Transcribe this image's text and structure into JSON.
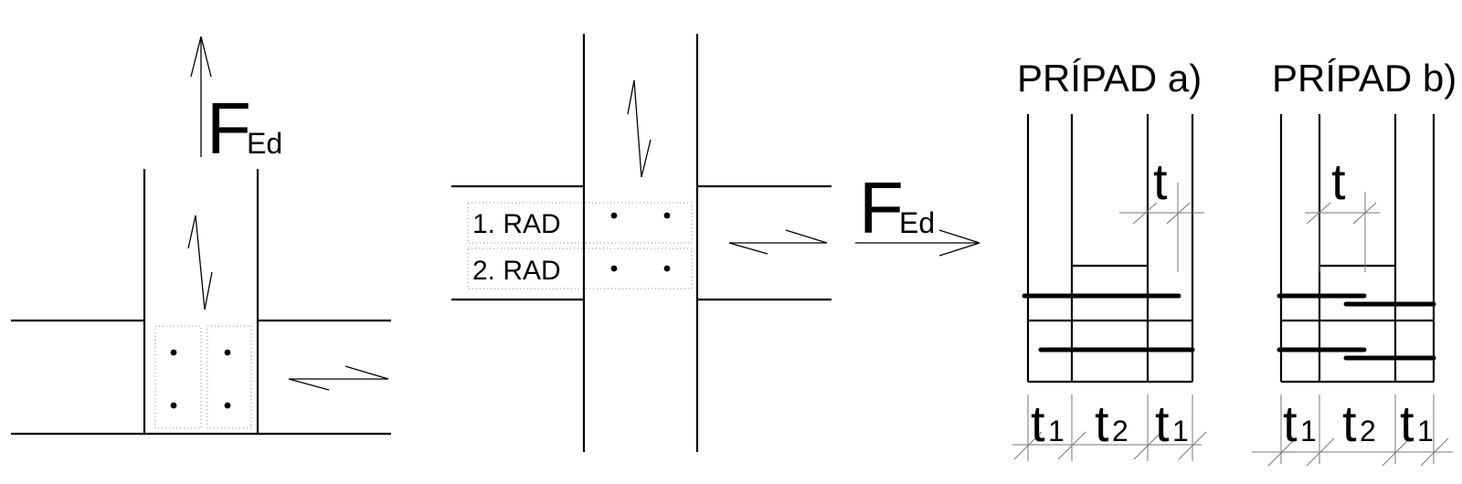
{
  "figure1": {
    "force_main": "F",
    "force_sub": "Ed"
  },
  "figure2": {
    "row1_label": "1. RAD",
    "row2_label": "2. RAD",
    "force_main": "F",
    "force_sub": "Ed"
  },
  "case_a": {
    "title": "PRÍPAD  a)",
    "t_label": "t",
    "dims": [
      {
        "main": "t",
        "sub": "1"
      },
      {
        "main": "t",
        "sub": "2"
      },
      {
        "main": "t",
        "sub": "1"
      }
    ]
  },
  "case_b": {
    "title": "PRÍPAD  b)",
    "t_label": "t",
    "dims": [
      {
        "main": "t",
        "sub": "1"
      },
      {
        "main": "t",
        "sub": "2"
      },
      {
        "main": "t",
        "sub": "1"
      }
    ]
  }
}
